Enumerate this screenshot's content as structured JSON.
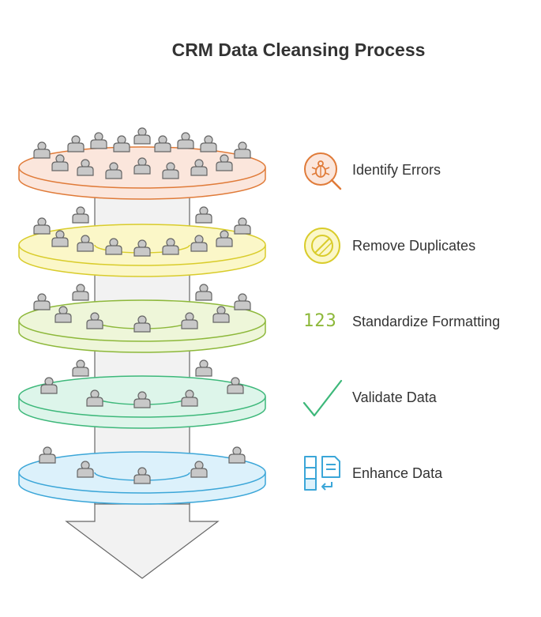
{
  "title": "CRM Data Cleansing Process",
  "steps": [
    {
      "label": "Identify Errors",
      "icon": "bug-magnifier-icon",
      "color": "#E07B39",
      "fill": "#FBE6DC"
    },
    {
      "label": "Remove Duplicates",
      "icon": "no-duplicates-icon",
      "color": "#D9CC2B",
      "fill": "#FBF7C8"
    },
    {
      "label": "Standardize Formatting",
      "icon": "numbers-123-icon",
      "icon_text": "123",
      "color": "#8DB83A",
      "fill": "#EEF6D9"
    },
    {
      "label": "Validate Data",
      "icon": "checkmark-icon",
      "color": "#3DB87A",
      "fill": "#DDF5EA"
    },
    {
      "label": "Enhance Data",
      "icon": "enhance-document-icon",
      "color": "#3BA6D8",
      "fill": "#DCF1FB"
    }
  ],
  "colors": {
    "column": "#F2F2F2",
    "column_stroke": "#666666",
    "person": "#C8C8C8",
    "person_stroke": "#666666"
  }
}
